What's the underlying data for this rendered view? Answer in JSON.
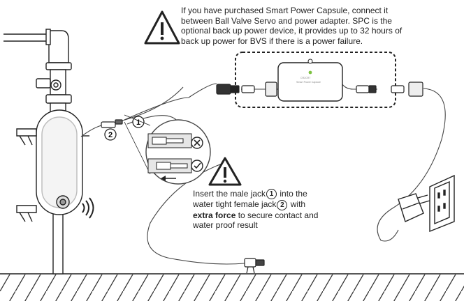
{
  "top_note": {
    "line1": "If you have purchased Smart Power Capsule, connect it",
    "line2": "between Ball Valve Servo and power adapter. SPC is the",
    "line3": "optional back up power device, it provides up to 32 hours of",
    "line4": "back up power for BVS if there is a power failure."
  },
  "insert_note": {
    "line1_a": "Insert the male jack",
    "jack1": "1",
    "line1_b": "into the",
    "line2_a": "water tight female jack",
    "jack2": "2",
    "line2_b": "with",
    "bold": "extra force",
    "line3_b": "to secure contact and",
    "line4": "water proof result"
  },
  "callouts": {
    "one": "1",
    "two": "2"
  },
  "spc_label": {
    "brand": "CR2CRT",
    "name": "Smart Power Capsule"
  },
  "status_icons": {
    "wrong": "x-circle-icon",
    "right": "check-circle-icon"
  },
  "colors": {
    "line": "#222222",
    "led": "#7dc242"
  }
}
